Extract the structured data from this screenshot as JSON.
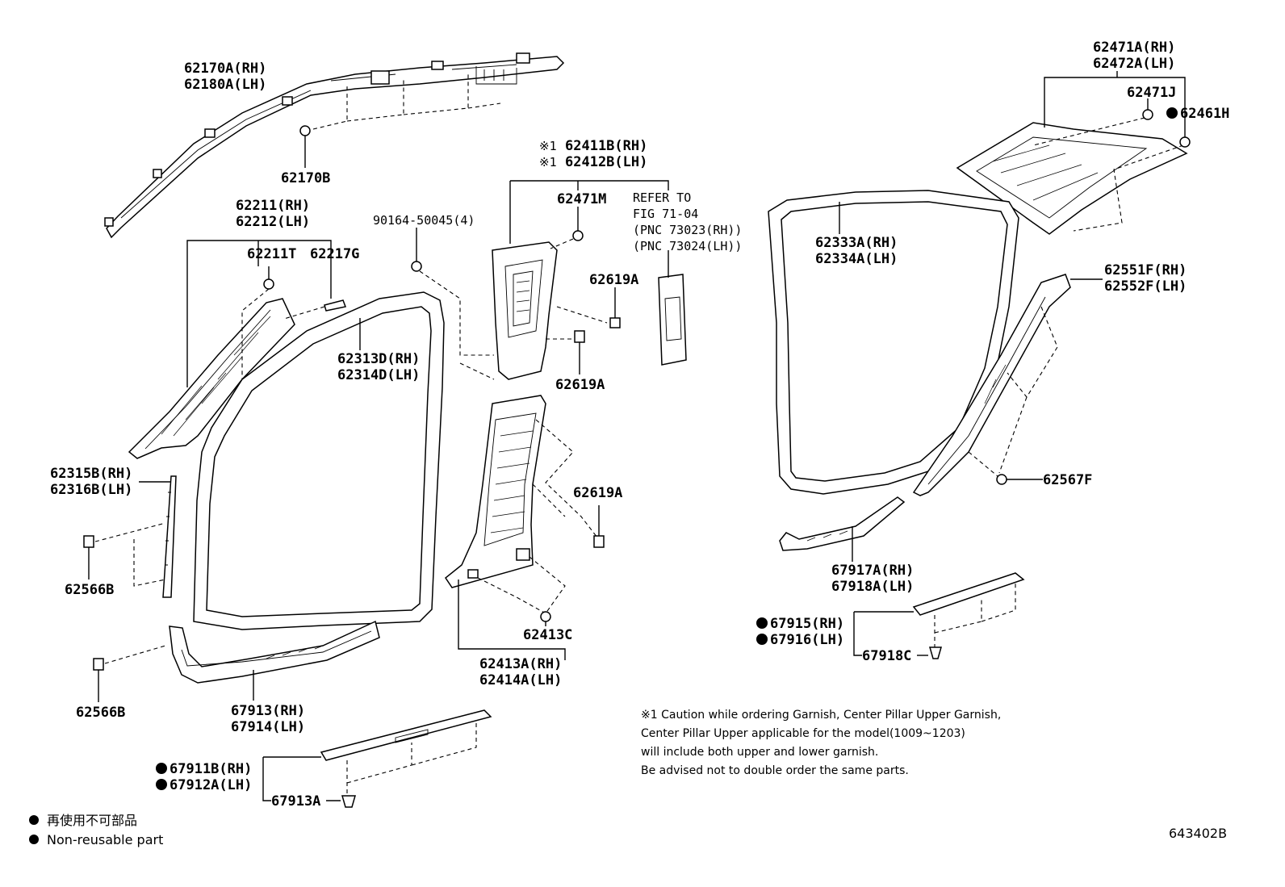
{
  "labels": {
    "p62170A": "62170A(RH)",
    "p62180A": "62180A(LH)",
    "p62170B": "62170B",
    "p62211": "62211(RH)",
    "p62212": "62212(LH)",
    "p62211T": "62211T",
    "p62217G": "62217G",
    "p90164": "90164-50045(4)",
    "p62313D": "62313D(RH)",
    "p62314D": "62314D(LH)",
    "p62315B": "62315B(RH)",
    "p62316B": "62316B(LH)",
    "p62566B_1": "62566B",
    "p62566B_2": "62566B",
    "p67913": "67913(RH)",
    "p67914": "67914(LH)",
    "p67911B": "67911B(RH)",
    "p67912A": "67912A(LH)",
    "p67913A": "67913A",
    "p62411B": "62411B(RH)",
    "p62412B": "62412B(LH)",
    "mark1a": "※1",
    "mark1b": "※1",
    "p62471M": "62471M",
    "p62619A_1": "62619A",
    "p62619A_2": "62619A",
    "p62619A_3": "62619A",
    "p62413C": "62413C",
    "p62413A": "62413A(RH)",
    "p62414A": "62414A(LH)",
    "ref1": "REFER TO",
    "ref2": "FIG 71-04",
    "ref3": "(PNC 73023(RH))",
    "ref4": "(PNC 73024(LH))",
    "p62471A": "62471A(RH)",
    "p62472A": "62472A(LH)",
    "p62471J": "62471J",
    "p62461H": "62461H",
    "p62333A": "62333A(RH)",
    "p62334A": "62334A(LH)",
    "p62551F": "62551F(RH)",
    "p62552F": "62552F(LH)",
    "p62567F": "62567F",
    "p67917A": "67917A(RH)",
    "p67918A": "67918A(LH)",
    "p67915": "67915(RH)",
    "p67916": "67916(LH)",
    "p67918C": "67918C"
  },
  "notes": {
    "line1": "※1 Caution while ordering Garnish, Center Pillar Upper Garnish,",
    "line2": "Center Pillar Upper applicable for the model(1009~1203)",
    "line3": "will include both upper and lower garnish.",
    "line4": "Be advised not to double order the same parts."
  },
  "legend": {
    "jp": "再使用不可部品",
    "en": "Non-reusable part"
  },
  "figure_id": "643402B"
}
